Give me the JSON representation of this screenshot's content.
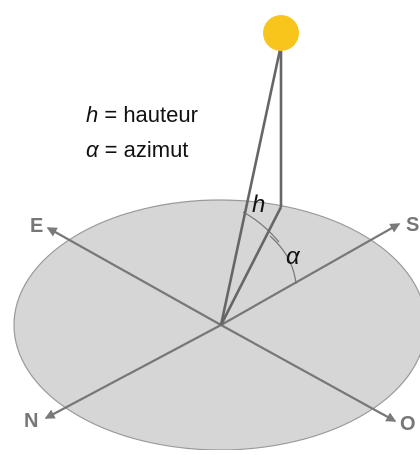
{
  "legend": {
    "h_symbol": "h",
    "h_text": " = hauteur",
    "alpha_symbol": "α",
    "alpha_text": " = azimut"
  },
  "angles": {
    "h_label": "h",
    "alpha_label": "α"
  },
  "directions": {
    "east": "E",
    "south": "S",
    "north": "N",
    "west": "O"
  },
  "colors": {
    "sun": "#F8C51C",
    "ground": "#D6D6D6",
    "ground_stroke": "#9A9A9A",
    "lines": "#666666",
    "text": "#111111",
    "direction_text": "#777777"
  }
}
